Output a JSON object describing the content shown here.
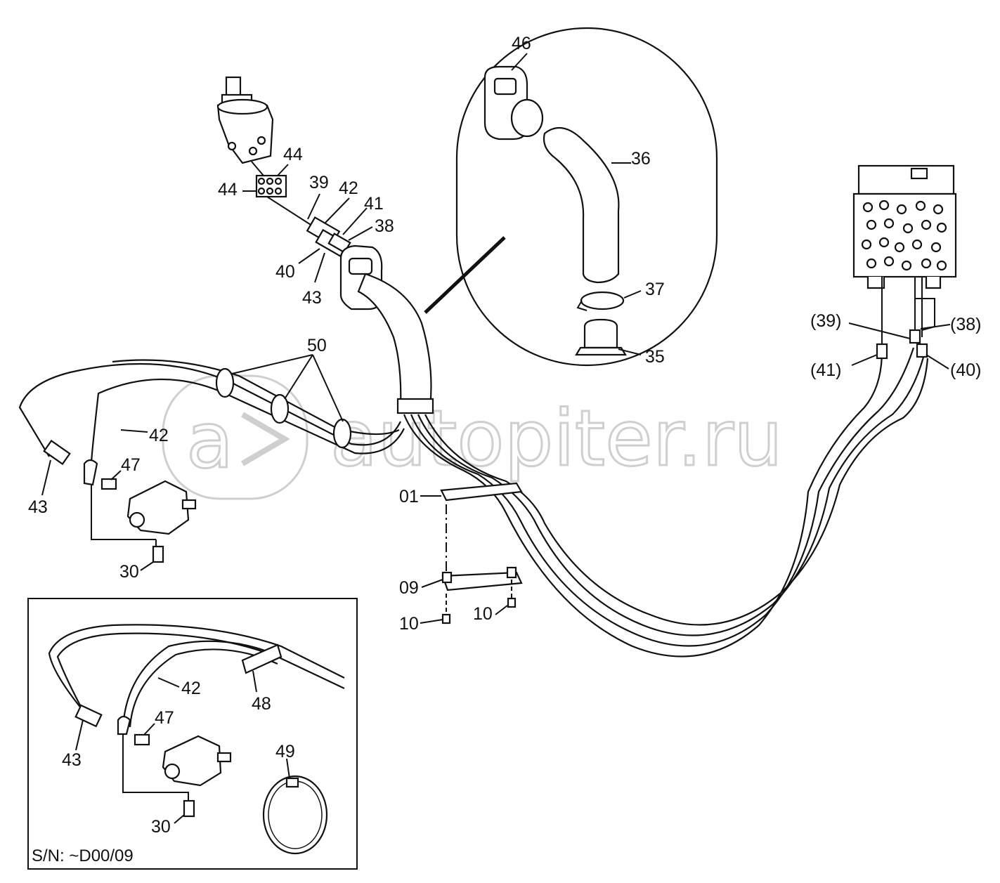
{
  "watermark": {
    "logo_text": "a",
    "site": "autopiter.ru"
  },
  "inset": {
    "serial_note": "S/N: ~D00/09"
  },
  "labels": [
    {
      "id": "l46",
      "text": "46"
    },
    {
      "id": "l36",
      "text": "36"
    },
    {
      "id": "l37",
      "text": "37"
    },
    {
      "id": "l35",
      "text": "35"
    },
    {
      "id": "l44a",
      "text": "44"
    },
    {
      "id": "l44b",
      "text": "44"
    },
    {
      "id": "l39",
      "text": "39"
    },
    {
      "id": "l42a",
      "text": "42"
    },
    {
      "id": "l41",
      "text": "41"
    },
    {
      "id": "l38",
      "text": "38"
    },
    {
      "id": "l40",
      "text": "40"
    },
    {
      "id": "l43a",
      "text": "43"
    },
    {
      "id": "l50",
      "text": "50"
    },
    {
      "id": "l42b",
      "text": "42"
    },
    {
      "id": "l47a",
      "text": "47"
    },
    {
      "id": "l43b",
      "text": "43"
    },
    {
      "id": "l30a",
      "text": "30"
    },
    {
      "id": "l01",
      "text": "01"
    },
    {
      "id": "l09",
      "text": "09"
    },
    {
      "id": "l10a",
      "text": "10"
    },
    {
      "id": "l10b",
      "text": "10"
    },
    {
      "id": "l39p",
      "text": "(39)"
    },
    {
      "id": "l38p",
      "text": "(38)"
    },
    {
      "id": "l41p",
      "text": "(41)"
    },
    {
      "id": "l40p",
      "text": "(40)"
    },
    {
      "id": "l42c",
      "text": "42"
    },
    {
      "id": "l48",
      "text": "48"
    },
    {
      "id": "l47b",
      "text": "47"
    },
    {
      "id": "l43c",
      "text": "43"
    },
    {
      "id": "l49",
      "text": "49"
    },
    {
      "id": "l30b",
      "text": "30"
    }
  ]
}
